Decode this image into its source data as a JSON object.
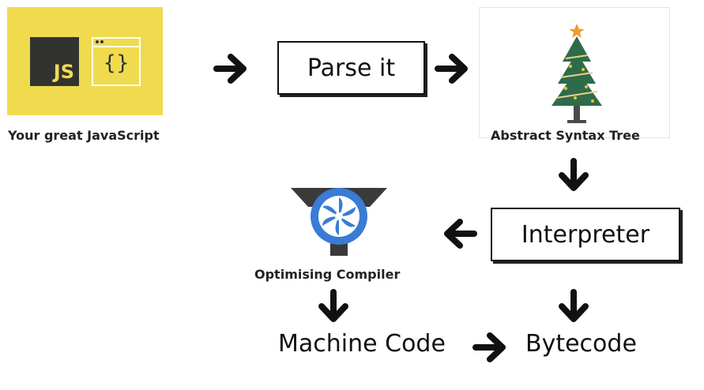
{
  "source": {
    "caption": "Your great JavaScript",
    "js_badge": "JS",
    "braces": "{}"
  },
  "steps": {
    "parse": "Parse it",
    "ast": "Abstract Syntax Tree",
    "interpreter": "Interpreter",
    "compiler": "Optimising Compiler",
    "machine_code": "Machine Code",
    "bytecode": "Bytecode"
  },
  "colors": {
    "js_yellow": "#f0db4f",
    "js_dark": "#323330",
    "tree_green": "#2e6b4a",
    "fan_blue": "#3a7bd5",
    "funnel_dark": "#3a3a3a"
  }
}
